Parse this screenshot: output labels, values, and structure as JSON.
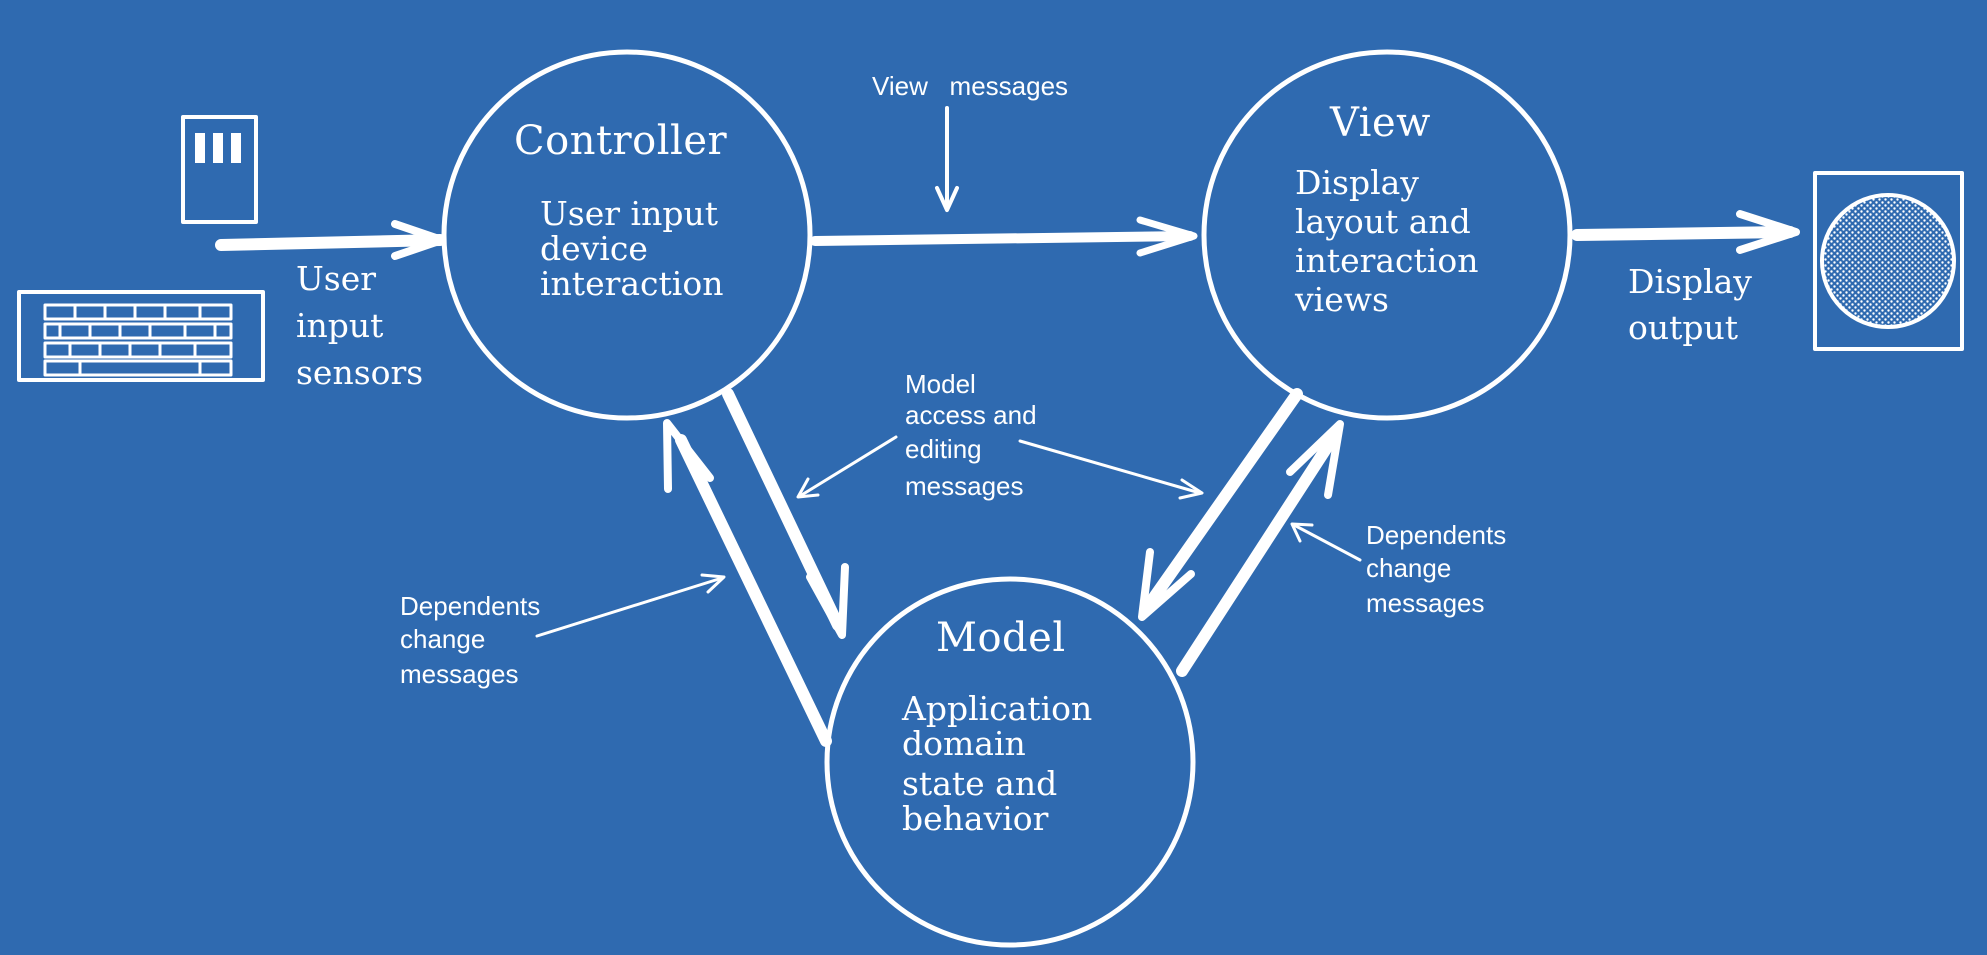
{
  "nodes": {
    "controller": {
      "title": "Controller",
      "lines": [
        "User input",
        "device",
        "interaction"
      ]
    },
    "view": {
      "title": "View",
      "lines": [
        "Display",
        "layout and",
        "interaction",
        "views"
      ]
    },
    "model": {
      "title": "Model",
      "lines": [
        "Application",
        "domain",
        "state and",
        "behavior"
      ]
    }
  },
  "labels": {
    "user_input_sensors": [
      "User",
      "input",
      "sensors"
    ],
    "display_output": [
      "Display",
      "output"
    ],
    "view_messages": "View   messages",
    "model_access": [
      "Model",
      "access and",
      "editing",
      "messages"
    ],
    "dependents_left": [
      "Dependents",
      "change",
      "messages"
    ],
    "dependents_right": [
      "Dependents",
      "change",
      "messages"
    ]
  },
  "icons": {
    "input_device": "mouse-icon",
    "keyboard": "keyboard-icon",
    "display": "display-monitor-icon"
  },
  "colors": {
    "background": "#2f6ab0",
    "foreground": "#ffffff"
  }
}
